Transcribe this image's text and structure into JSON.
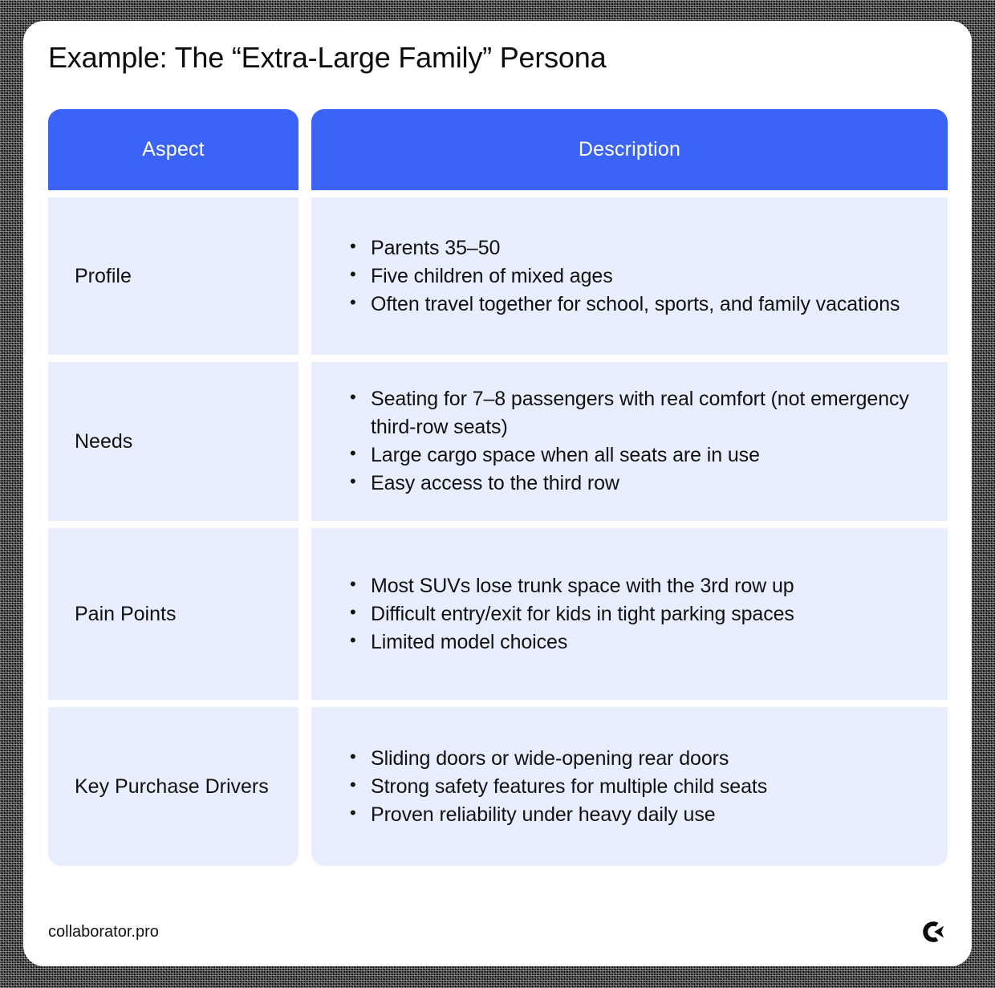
{
  "title": "Example: The “Extra-Large Family” Persona",
  "colors": {
    "header_blue": "#3b63f6",
    "row_background": "#e8eefd",
    "text": "#111111",
    "card_background": "#ffffff",
    "frame": "#000000"
  },
  "table": {
    "headers": {
      "aspect": "Aspect",
      "description": "Description"
    },
    "rows": [
      {
        "aspect": "Profile",
        "bullets": [
          "Parents 35–50",
          "Five children of mixed ages",
          "Often travel together for school, sports, and family vacations"
        ]
      },
      {
        "aspect": "Needs",
        "bullets": [
          "Seating for 7–8 passengers with real comfort (not emergency third-row seats)",
          "Large cargo space when all seats are in use",
          "Easy access to the third row"
        ]
      },
      {
        "aspect": "Pain Points",
        "bullets": [
          "Most SUVs lose trunk space with the 3rd row up",
          "Difficult entry/exit for kids in tight parking spaces",
          "Limited model choices"
        ]
      },
      {
        "aspect": "Key Purchase Drivers",
        "bullets": [
          "Sliding doors or wide-opening rear doors",
          "Strong safety features for multiple child seats",
          "Proven reliability under heavy daily use"
        ]
      }
    ]
  },
  "footer": {
    "url": "collaborator.pro",
    "logo_name": "collaborator-logo-icon"
  }
}
